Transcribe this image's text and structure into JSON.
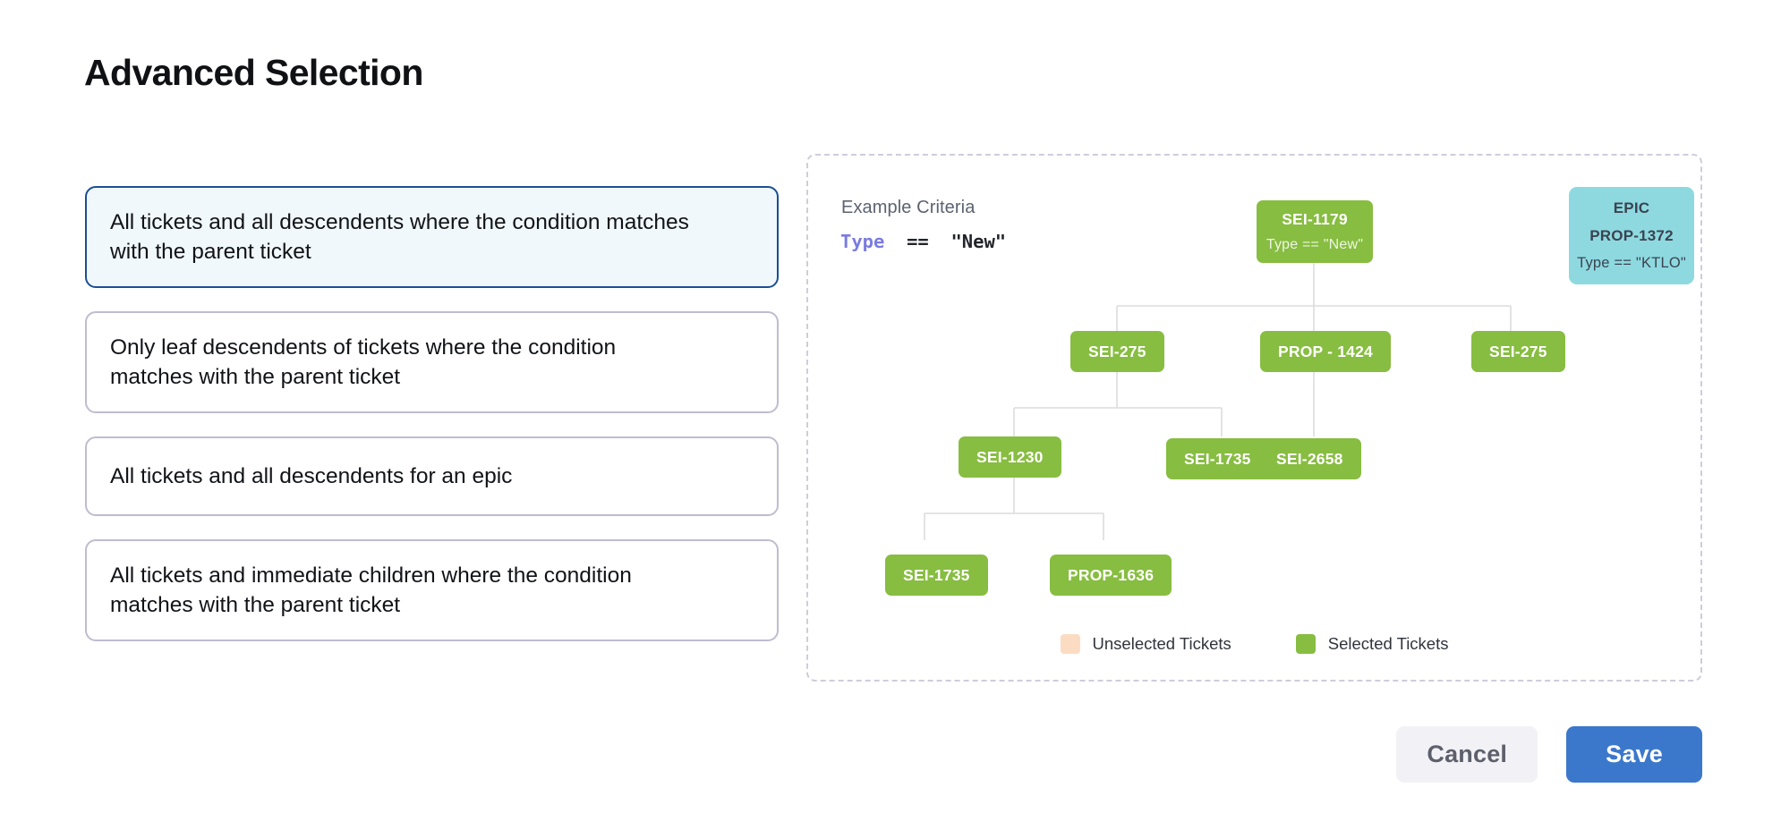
{
  "page": {
    "title": "Advanced Selection"
  },
  "options": [
    {
      "label": "All tickets and all descendents where the condition matches with the parent ticket",
      "selected": true
    },
    {
      "label": "Only leaf descendents of tickets where the condition matches with the parent ticket",
      "selected": false
    },
    {
      "label": "All tickets and all descendents for an epic",
      "selected": false
    },
    {
      "label": "All tickets and immediate children where the condition matches with the parent ticket",
      "selected": false
    }
  ],
  "diagram": {
    "criteria_title": "Example Criteria",
    "criteria_key": "Type",
    "criteria_operator": "==",
    "criteria_value": "\"New\"",
    "nodes": {
      "root": {
        "id": "SEI-1179",
        "subtitle": "Type == \"New\""
      },
      "epic": {
        "tag": "EPIC",
        "id": "PROP-1372",
        "subtitle": "Type == \"KTLO\""
      },
      "r2a": {
        "id": "SEI-275"
      },
      "r2b": {
        "id": "PROP - 1424"
      },
      "r2c": {
        "id": "SEI-275"
      },
      "r3a": {
        "id": "SEI-1230"
      },
      "r3b": {
        "id": "SEI-1735"
      },
      "r3c": {
        "id": "SEI-2658"
      },
      "r4a": {
        "id": "SEI-1735"
      },
      "r4b": {
        "id": "PROP-1636"
      }
    },
    "legend": [
      {
        "label": "Unselected Tickets",
        "color": "#fbdcc3"
      },
      {
        "label": "Selected Tickets",
        "color": "#87bd41"
      }
    ]
  },
  "footer": {
    "cancel_label": "Cancel",
    "save_label": "Save"
  },
  "colors": {
    "selected_node": "#87bd41",
    "unselected_node": "#fbdcc3",
    "epic_node": "#8ed9e0",
    "primary_button": "#3b78cc",
    "selected_card_border": "#1b4e93",
    "selected_card_bg": "#f0f8fc"
  }
}
